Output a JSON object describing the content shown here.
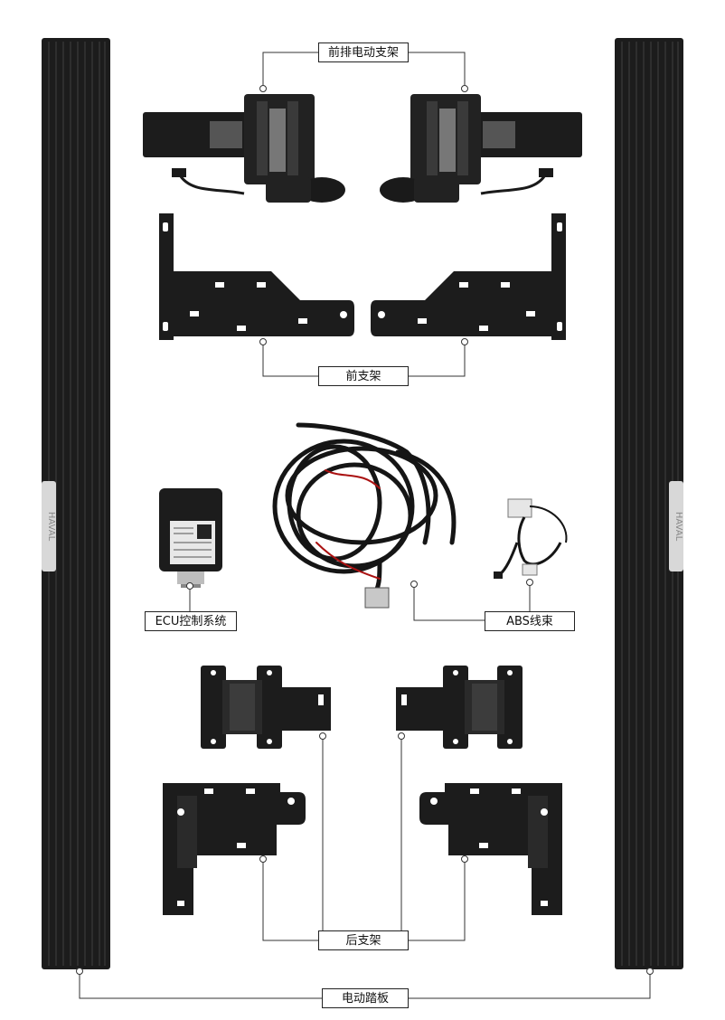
{
  "colors": {
    "part": "#1c1c1c",
    "part_light": "#3a3a3a",
    "line": "#333333",
    "background": "#ffffff"
  },
  "labels": {
    "front_electric_bracket": "前排电动支架",
    "front_bracket": "前支架",
    "ecu_system": "ECU控制系统",
    "abs_harness": "ABS线束",
    "rear_bracket": "后支架",
    "electric_step": "电动踏板"
  },
  "parts": {
    "running_board_left": "running-board-icon",
    "running_board_right": "running-board-icon",
    "motor_left": "motor-hinge-icon",
    "motor_right": "motor-hinge-icon",
    "front_plate_left": "bracket-plate-icon",
    "front_plate_right": "bracket-plate-icon",
    "harness": "wire-harness-icon",
    "ecu": "ecu-module-icon",
    "abs": "abs-cable-icon",
    "rear_hinge_left": "hinge-icon",
    "rear_hinge_right": "hinge-icon",
    "rear_plate_left": "bracket-plate-icon",
    "rear_plate_right": "bracket-plate-icon"
  },
  "board_text": "HAVAL"
}
